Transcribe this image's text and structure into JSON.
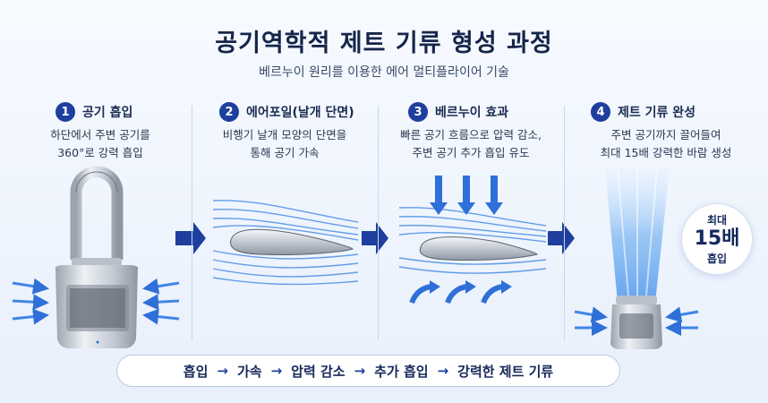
{
  "title": "공기역학적 제트 기류 형성 과정",
  "subtitle": "베르누이 원리를 이용한 에어 멀티플라이어 기술",
  "steps": [
    {
      "num": "1",
      "title": "공기 흡입",
      "desc_line1": "하단에서 주변 공기를",
      "desc_line2": "360°로 강력 흡입"
    },
    {
      "num": "2",
      "title": "에어포일(날개 단면)",
      "desc_line1": "비행기 날개 모양의 단면을",
      "desc_line2": "통해 공기 가속"
    },
    {
      "num": "3",
      "title": "베르누이 효과",
      "desc_line1": "빠른 공기 흐름으로 압력 감소,",
      "desc_line2": "주변 공기 추가 흡입 유도"
    },
    {
      "num": "4",
      "title": "제트 기류 완성",
      "desc_line1": "주변 공기까지 끌어들여",
      "desc_line2": "최대 15배 강력한 바람 생성"
    }
  ],
  "badge": {
    "line1": "최대",
    "line2": "15배",
    "line3": "흡입"
  },
  "process": [
    "흡입",
    "가속",
    "압력 감소",
    "추가 흡입",
    "강력한 제트 기류"
  ],
  "process_arrow": "→",
  "colors": {
    "accent": "#1e3f9e",
    "airflow": "#3b7be0",
    "jet": "#8fc2f5"
  }
}
